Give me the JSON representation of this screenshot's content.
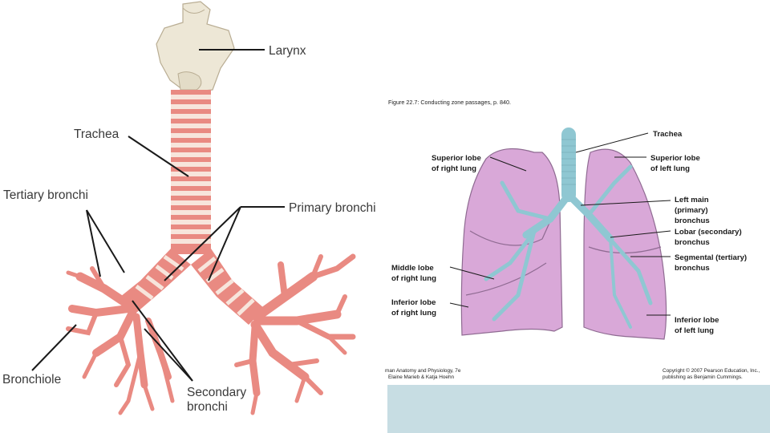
{
  "left_diagram": {
    "labels": {
      "larynx": "Larynx",
      "trachea": "Trachea",
      "tertiary_bronchi": "Tertiary bronchi",
      "primary_bronchi": "Primary bronchi",
      "bronchiole": "Bronchiole",
      "secondary_bronchi_line1": "Secondary",
      "secondary_bronchi_line2": "bronchi"
    },
    "colors": {
      "cartilage": "#f2ebde",
      "airway": "#e98a82",
      "ring_light": "#f7e5dc",
      "larynx": "#ede7d6"
    }
  },
  "right_diagram": {
    "caption": "Figure 22.7: Conducting zone passages, p. 840.",
    "labels": {
      "trachea": "Trachea",
      "superior_right_1": "Superior lobe",
      "superior_right_2": "of right lung",
      "superior_left_1": "Superior lobe",
      "superior_left_2": "of left lung",
      "left_main_1": "Left main",
      "left_main_2": "(primary)",
      "left_main_3": "bronchus",
      "lobar_1": "Lobar (secondary)",
      "lobar_2": "bronchus",
      "segmental_1": "Segmental (tertiary)",
      "segmental_2": "bronchus",
      "middle_right_1": "Middle lobe",
      "middle_right_2": "of right lung",
      "inferior_right_1": "Inferior lobe",
      "inferior_right_2": "of right lung",
      "inferior_left_1": "Inferior lobe",
      "inferior_left_2": "of left lung"
    },
    "footer_left_1": "man Anatomy and Physiology, 7e",
    "footer_left_2": "Elaine Marieb & Katja Hoehn",
    "footer_right_1": "Copyright © 2007 Pearson Education, Inc.,",
    "footer_right_2": "publishing as Benjamin Cummings.",
    "colors": {
      "lung": "#d9a8d8",
      "lung_dark": "#b98bbd",
      "airway": "#8fc7d2"
    }
  }
}
